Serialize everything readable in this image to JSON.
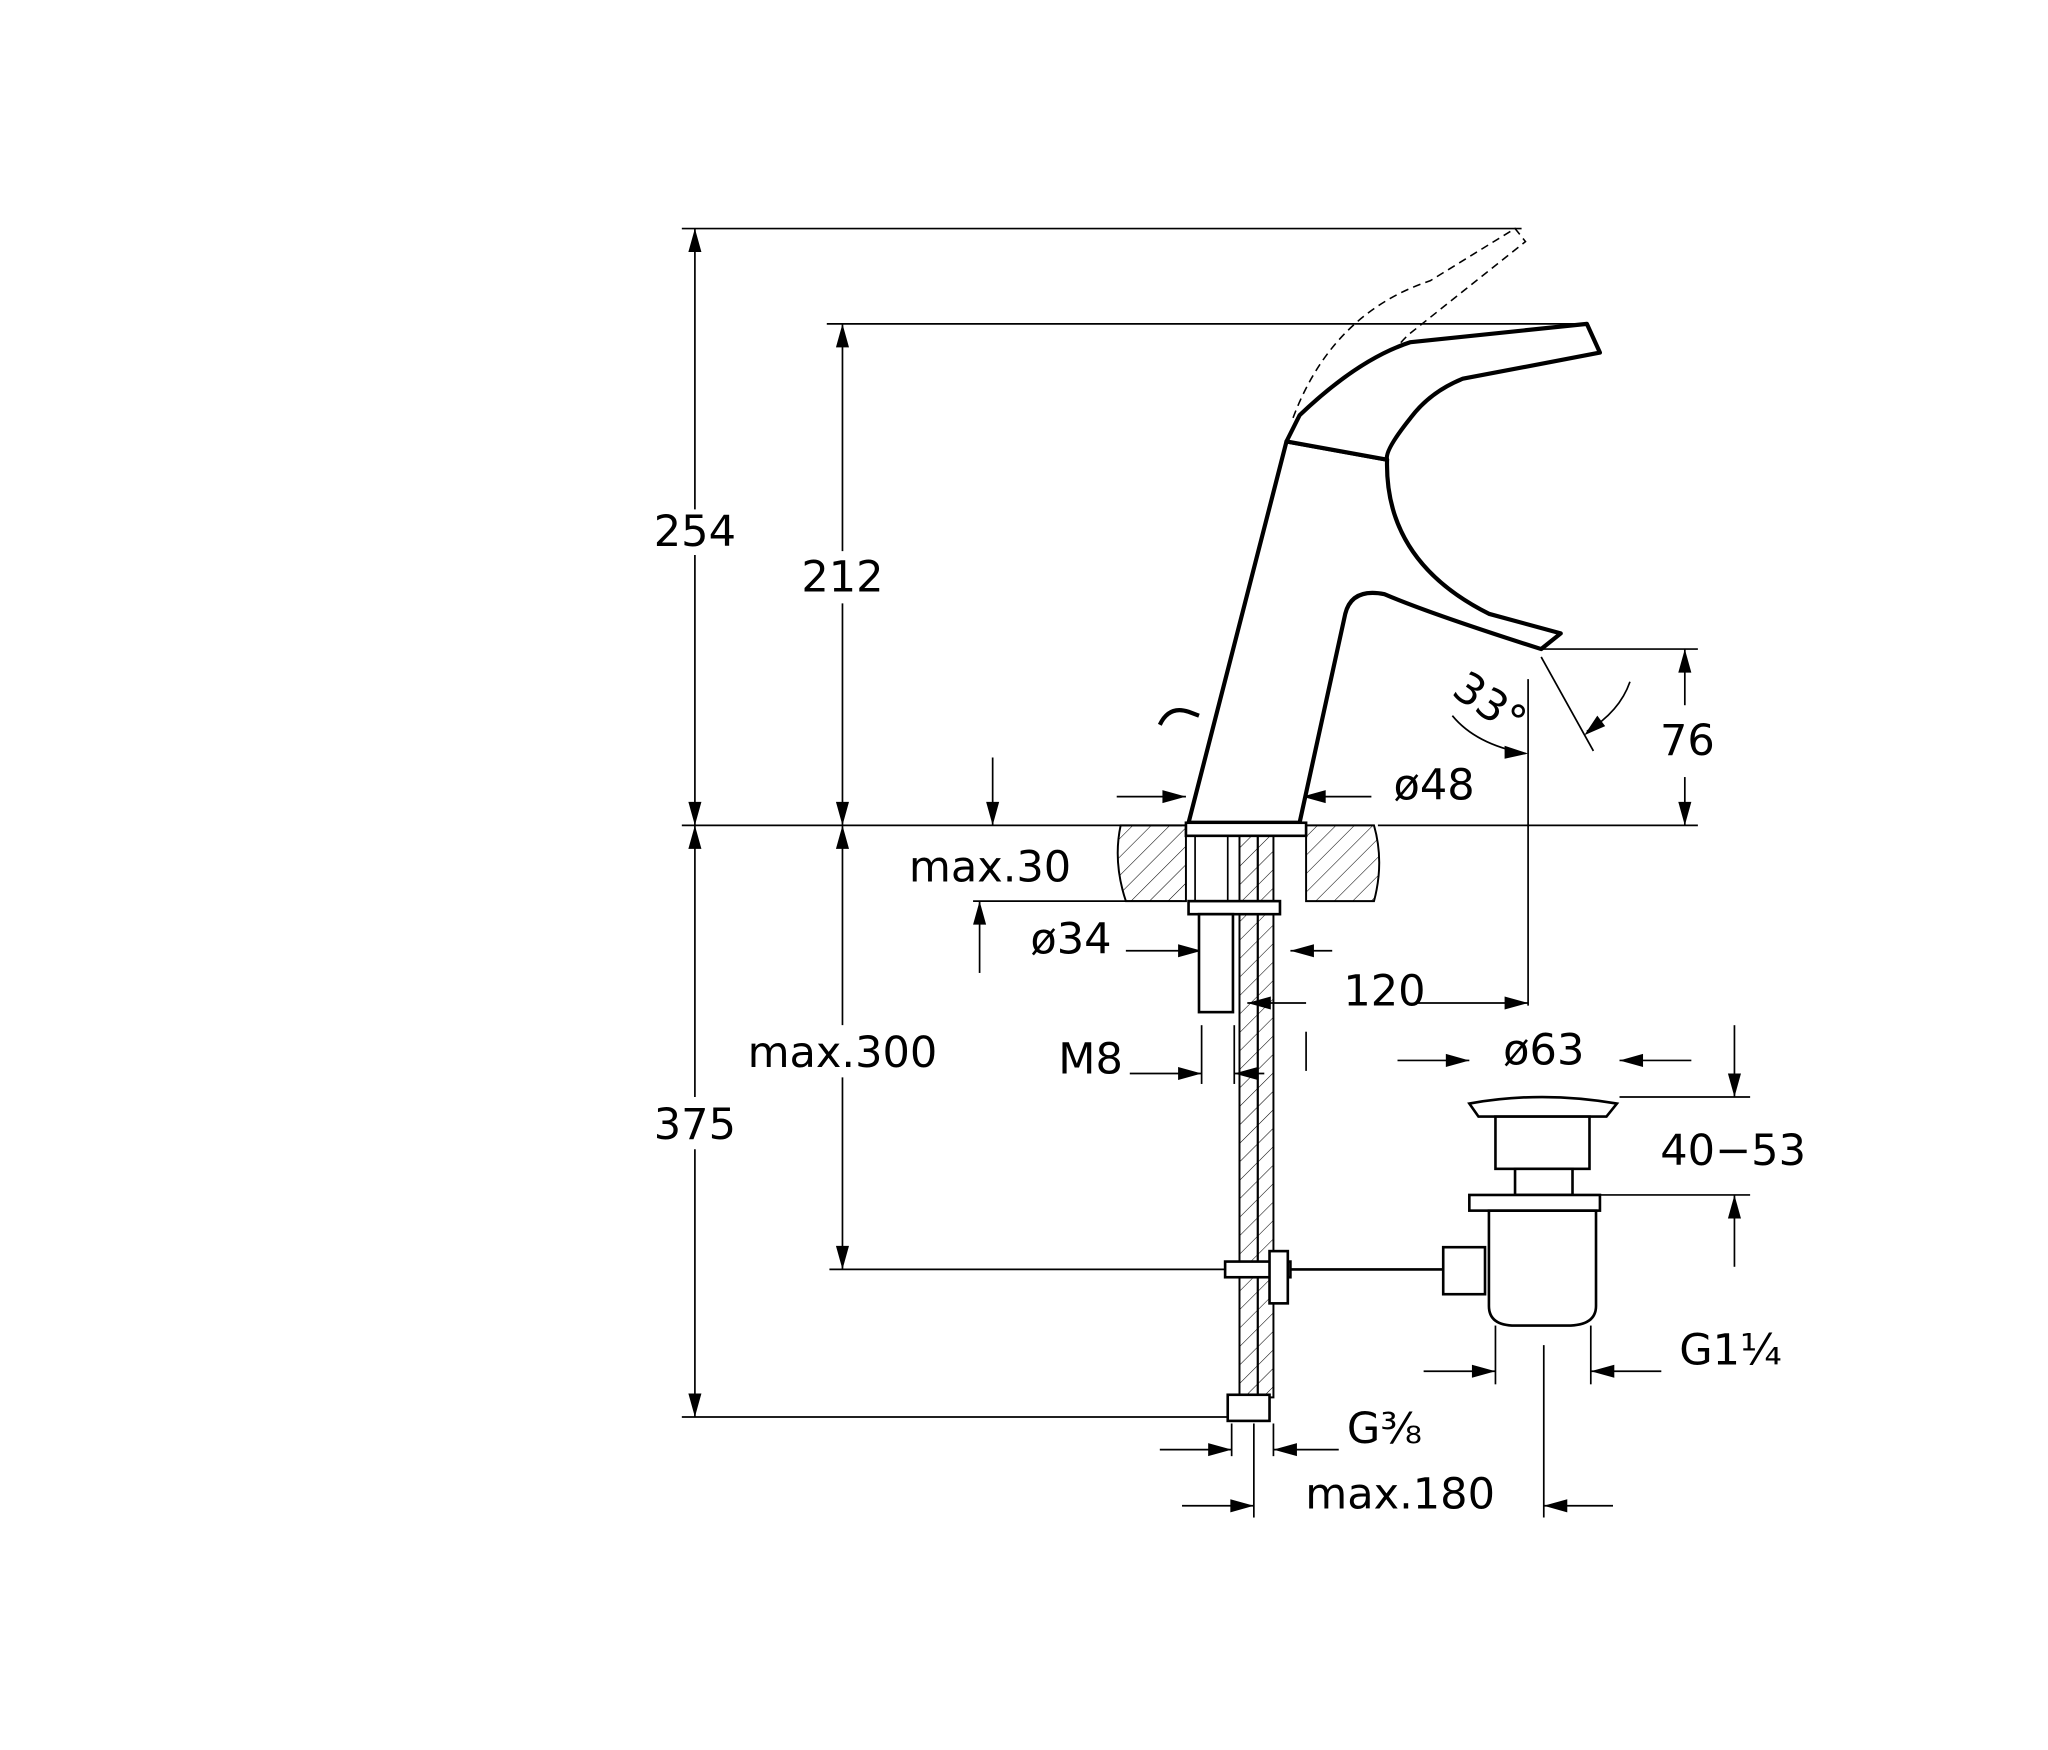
{
  "drawing": {
    "title": "Basin mixer technical drawing",
    "dimensions": {
      "total_height": "254",
      "spout_height": "212",
      "deck_thickness": "max.30",
      "hole_diameter": "ø34",
      "hose_length": "max.300",
      "below_deck_length": "375",
      "thread_m8": "M8",
      "spout_reach": "120",
      "waste_diameter": "ø63",
      "waste_range": "40−53",
      "waste_thread": "G1¼",
      "hose_thread": "G⅜",
      "waste_offset": "max.180",
      "base_diameter": "ø48",
      "outlet_height": "76",
      "angle": "33°"
    }
  }
}
